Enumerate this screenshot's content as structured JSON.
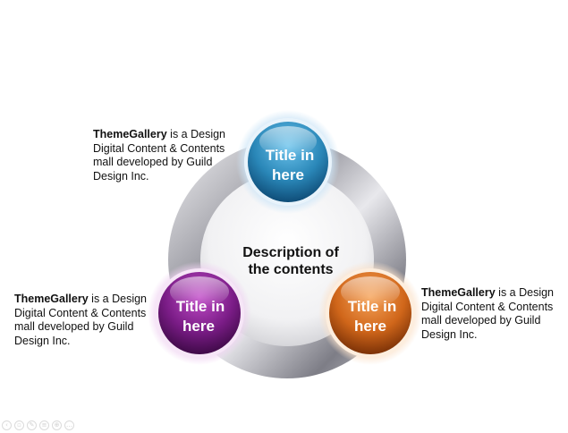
{
  "center": {
    "line1": "Description of",
    "line2": "the contents"
  },
  "nodes": [
    {
      "id": "top",
      "line1": "Title in",
      "line2": "here",
      "color": "#2a87b8"
    },
    {
      "id": "left",
      "line1": "Title in",
      "line2": "here",
      "color": "#7a1c86"
    },
    {
      "id": "right",
      "line1": "Title in",
      "line2": "here",
      "color": "#d0661a"
    }
  ],
  "captions": [
    {
      "id": "top",
      "bold": "ThemeGallery",
      "rest": " is a Design Digital Content & Contents mall developed by Guild Design Inc."
    },
    {
      "id": "left",
      "bold": "ThemeGallery",
      "rest": " is a Design Digital Content & Contents mall developed by Guild Design Inc."
    },
    {
      "id": "right",
      "bold": "ThemeGallery",
      "rest": " is a Design Digital Content & Contents mall developed by Guild Design Inc."
    }
  ],
  "toolbar_icons": [
    "prev-icon",
    "slides-icon",
    "pen-icon",
    "menu-icon",
    "zoom-icon",
    "more-icon"
  ]
}
